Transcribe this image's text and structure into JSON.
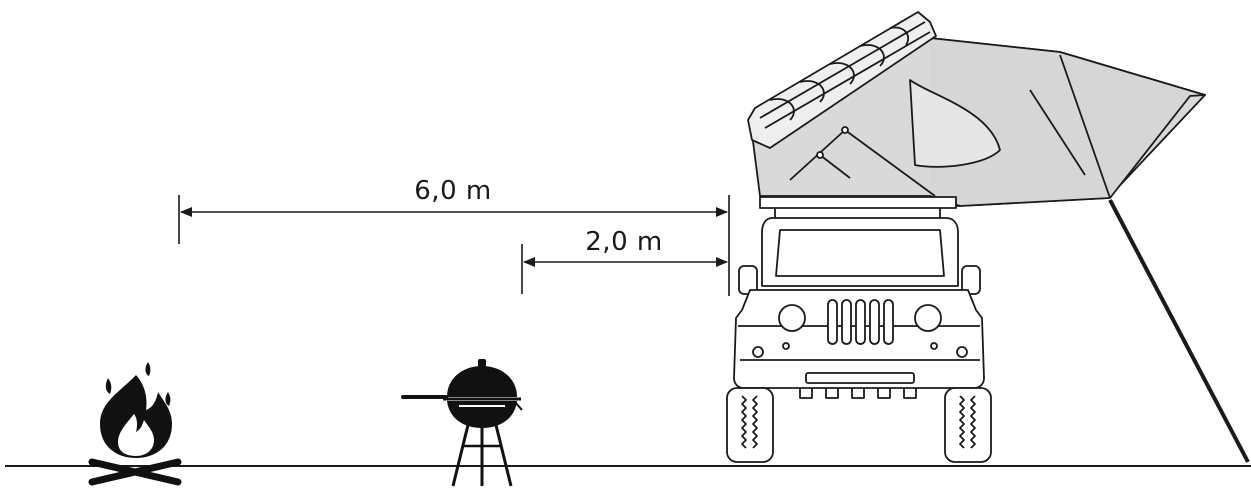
{
  "diagram": {
    "dimensions": [
      {
        "label": "6,0 m",
        "value_m": 6.0,
        "from": "campfire",
        "to": "vehicle"
      },
      {
        "label": "2,0 m",
        "value_m": 2.0,
        "from": "grill",
        "to": "vehicle"
      }
    ],
    "objects": [
      "campfire-icon",
      "grill-icon",
      "vehicle-with-roof-tent"
    ],
    "colors": {
      "line": "#1a1a1a",
      "tent_fabric": "#d9d9d9",
      "background": "#ffffff"
    }
  }
}
